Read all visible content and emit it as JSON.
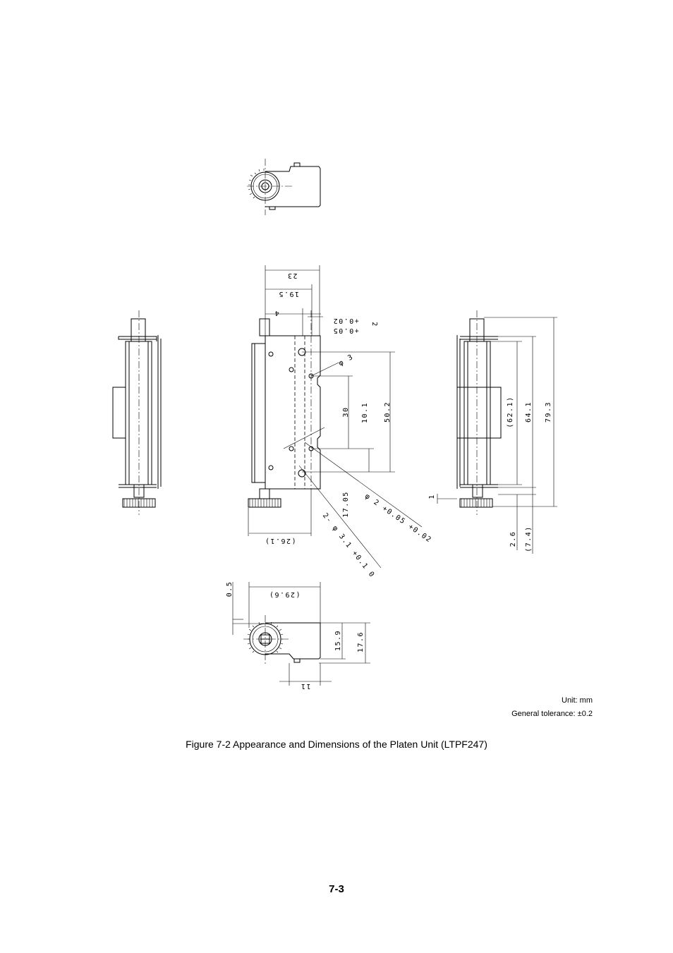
{
  "drawing": {
    "dimensions": {
      "d23": "23",
      "d19_5": "19.5",
      "d4": "4",
      "d2_tol": "2",
      "tol_plus_002": "+0.02",
      "tol_plus_005": "+0.05",
      "phi3": "φ 3",
      "d30": "30",
      "d10_1": "10.1",
      "d50_2": "50.2",
      "d17_05": "17.05",
      "d26_1": "(26.1)",
      "phi2_tol": "φ 2 +0.05 +0.02",
      "phi3_1_tol": "2- φ 3.1 +0.1 0",
      "d62_1": "(62.1)",
      "d64_1": "64.1",
      "d79_3": "79.3",
      "d1": "1",
      "d2_6": "2.6",
      "d7_4": "(7.4)",
      "d0_5": "0.5",
      "d29_6": "(29.6)",
      "d15_9": "15.9",
      "d17_6": "17.6",
      "d11": "11"
    }
  },
  "notes": {
    "unit": "Unit: mm",
    "tolerance": "General tolerance: ±0.2"
  },
  "caption": "Figure 7-2  Appearance and Dimensions of the Platen Unit (LTPF247)",
  "page_number": "7-3"
}
